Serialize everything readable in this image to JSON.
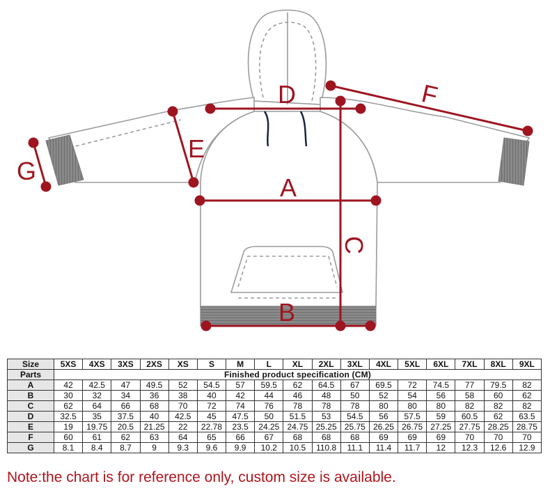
{
  "labels": {
    "a": "A",
    "b": "B",
    "c": "C",
    "d": "D",
    "e": "E",
    "f": "F",
    "g": "G"
  },
  "colors": {
    "accent": "#9e1520",
    "outline": "#999999",
    "rib": "#7a7a7a",
    "drawcord": "#1a2340"
  },
  "table": {
    "size_label": "Size",
    "parts_label": "Parts",
    "spec_label": "Finished product specification (CM)",
    "sizes": [
      "5XS",
      "4XS",
      "3XS",
      "2XS",
      "XS",
      "S",
      "M",
      "L",
      "XL",
      "2XL",
      "3XL",
      "4XL",
      "5XL",
      "6XL",
      "7XL",
      "8XL",
      "9XL"
    ],
    "rows": [
      {
        "part": "A",
        "values": [
          "42",
          "42.5",
          "47",
          "49.5",
          "52",
          "54.5",
          "57",
          "59.5",
          "62",
          "64.5",
          "67",
          "69.5",
          "72",
          "74.5",
          "77",
          "79.5",
          "82"
        ]
      },
      {
        "part": "B",
        "values": [
          "30",
          "32",
          "34",
          "36",
          "38",
          "40",
          "42",
          "44",
          "46",
          "48",
          "50",
          "52",
          "54",
          "56",
          "58",
          "60",
          "62"
        ]
      },
      {
        "part": "C",
        "values": [
          "62",
          "64",
          "66",
          "68",
          "70",
          "72",
          "74",
          "76",
          "78",
          "78",
          "78",
          "80",
          "80",
          "80",
          "82",
          "82",
          "82"
        ]
      },
      {
        "part": "D",
        "values": [
          "32.5",
          "35",
          "37.5",
          "40",
          "42.5",
          "45",
          "47.5",
          "50",
          "51.5",
          "53",
          "54.5",
          "56",
          "57.5",
          "59",
          "60.5",
          "62",
          "63.5"
        ]
      },
      {
        "part": "E",
        "values": [
          "19",
          "19.75",
          "20.5",
          "21.25",
          "22",
          "22.78",
          "23.5",
          "24.25",
          "24.75",
          "25.25",
          "25.75",
          "26.25",
          "26.75",
          "27.25",
          "27.75",
          "28.25",
          "28.75"
        ]
      },
      {
        "part": "F",
        "values": [
          "60",
          "61",
          "62",
          "63",
          "64",
          "65",
          "66",
          "67",
          "68",
          "68",
          "68",
          "69",
          "69",
          "69",
          "70",
          "70",
          "70"
        ]
      },
      {
        "part": "G",
        "values": [
          "8.1",
          "8.4",
          "8.7",
          "9",
          "9.3",
          "9.6",
          "9.9",
          "10.2",
          "10.5",
          "110.8",
          "11.1",
          "11.4",
          "11.7",
          "12",
          "12.3",
          "12.6",
          "12.9"
        ]
      }
    ]
  },
  "note": "Note:the chart is for reference only, custom size is available."
}
